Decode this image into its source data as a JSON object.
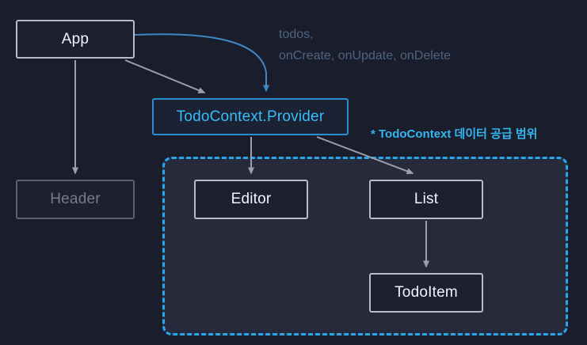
{
  "diagram": {
    "title": "React TodoContext component tree",
    "background_color": "#1a1d2b",
    "scope_fill_color": "#262a3a",
    "accent_color": "#25a8ec",
    "provider_text_color": "#38bdf8",
    "muted_text_color": "#4f6480"
  },
  "nodes": {
    "app": "App",
    "header": "Header",
    "provider": "TodoContext.Provider",
    "editor": "Editor",
    "list": "List",
    "todoitem": "TodoItem"
  },
  "labels": {
    "context_values_line1": "todos,",
    "context_values_line2": "onCreate, onUpdate, onDelete",
    "scope_note": "* TodoContext 데이터 공급 범위"
  },
  "edges": [
    {
      "from": "App",
      "to": "Header",
      "style": "solid-gray-arrow"
    },
    {
      "from": "App",
      "to": "TodoContext.Provider",
      "style": "solid-gray-arrow"
    },
    {
      "from": "App",
      "to": "TodoContext.Provider",
      "style": "curved-blue-arrow"
    },
    {
      "from": "TodoContext.Provider",
      "to": "Editor",
      "style": "solid-gray-arrow"
    },
    {
      "from": "TodoContext.Provider",
      "to": "List",
      "style": "solid-gray-arrow"
    },
    {
      "from": "List",
      "to": "TodoItem",
      "style": "solid-gray-arrow"
    }
  ]
}
